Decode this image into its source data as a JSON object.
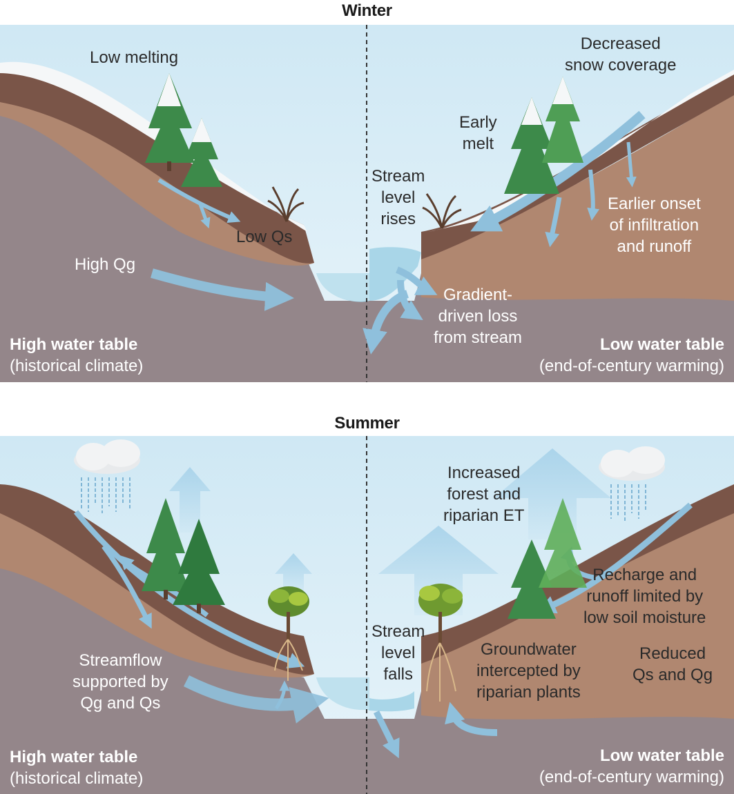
{
  "winter": {
    "title": "Winter",
    "labels": {
      "low_melting": "Low melting",
      "low_qs": "Low Qs",
      "high_qg": "High Qg",
      "stream_rises": [
        "Stream",
        "level",
        "rises"
      ],
      "early_melt": [
        "Early",
        "melt"
      ],
      "decreased_snow": [
        "Decreased",
        "snow coverage"
      ],
      "earlier_onset": [
        "Earlier onset",
        "of infiltration",
        "and runoff"
      ],
      "gradient_loss": [
        "Gradient-",
        "driven loss",
        "from stream"
      ]
    },
    "left_caption": {
      "bold": "High water table",
      "sub": "(historical climate)"
    },
    "right_caption": {
      "bold": "Low water table",
      "sub": "(end-of-century warming)"
    }
  },
  "summer": {
    "title": "Summer",
    "labels": {
      "streamflow_supported": [
        "Streamflow",
        "supported by",
        "Qg and Qs"
      ],
      "stream_falls": [
        "Stream",
        "level",
        "falls"
      ],
      "increased_et": [
        "Increased",
        "forest and",
        "riparian ET"
      ],
      "recharge_limited": [
        "Recharge and",
        "runoff limited by",
        "low soil moisture"
      ],
      "gw_intercepted": [
        "Groundwater",
        "intercepted by",
        "riparian plants"
      ],
      "reduced_qs_qg": [
        "Reduced",
        "Qs and Qg"
      ]
    },
    "left_caption": {
      "bold": "High water table",
      "sub": "(historical climate)"
    },
    "right_caption": {
      "bold": "Low water table",
      "sub": "(end-of-century warming)"
    }
  },
  "colors": {
    "sky": "#d4ebf5",
    "soil_top": "#7a5548",
    "soil_mid": "#b08770",
    "bedrock": "#94868a",
    "water": "#a9d6e8",
    "arrow": "#8fc0dc",
    "snow": "#f5f7f8",
    "tree_dark": "#3d8a4a",
    "tree_light": "#5fae5a"
  }
}
